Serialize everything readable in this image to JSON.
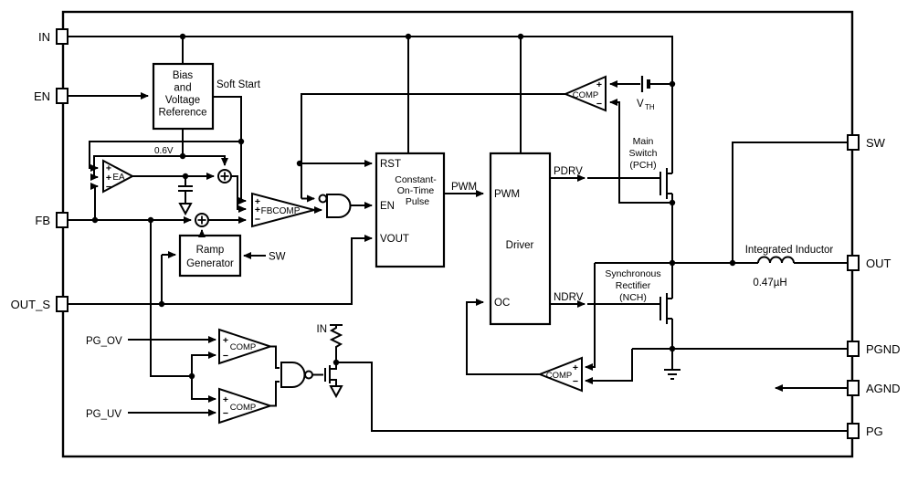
{
  "diagram": {
    "pins_left": [
      {
        "label": "IN"
      },
      {
        "label": "EN"
      },
      {
        "label": "FB"
      },
      {
        "label": "OUT_S"
      }
    ],
    "pins_right": [
      {
        "label": "SW"
      },
      {
        "label": "OUT"
      },
      {
        "label": "PGND"
      },
      {
        "label": "AGND"
      },
      {
        "label": "PG"
      }
    ],
    "blocks": {
      "bias": {
        "l1": "Bias",
        "l2": "and",
        "l3": "Voltage",
        "l4": "Reference"
      },
      "ramp": {
        "l1": "Ramp",
        "l2": "Generator",
        "sw": "SW"
      },
      "cot": {
        "rst": "RST",
        "en": "EN",
        "vout": "VOUT",
        "t1": "Constant-",
        "t2": "On-Time",
        "t3": "Pulse"
      },
      "driver": {
        "pwm": "PWM",
        "title": "Driver",
        "oc": "OC"
      }
    },
    "amps": {
      "ea": "EA",
      "fbcomp": "FBCOMP",
      "ilim": "COMP",
      "zcd": "COMP",
      "pgov": "COMP",
      "pguv": "COMP"
    },
    "nets": {
      "soft_start": "Soft Start",
      "vref": "0.6V",
      "pwm": "PWM",
      "pdrv": "PDRV",
      "ndrv": "NDRV",
      "pg_ov": "PG_OV",
      "pg_uv": "PG_UV",
      "pullup_supply": "IN"
    },
    "fets": {
      "m1": "Main",
      "m2": "Switch",
      "m3": "(PCH)",
      "s1": "Synchronous",
      "s2": "Rectifier",
      "s3": "(NCH)"
    },
    "inductor": {
      "name": "Integrated Inductor",
      "value": "0.47µH"
    },
    "vth": {
      "base": "V",
      "sub": "TH"
    },
    "signs": {
      "plus": "+",
      "minus": "−"
    }
  }
}
